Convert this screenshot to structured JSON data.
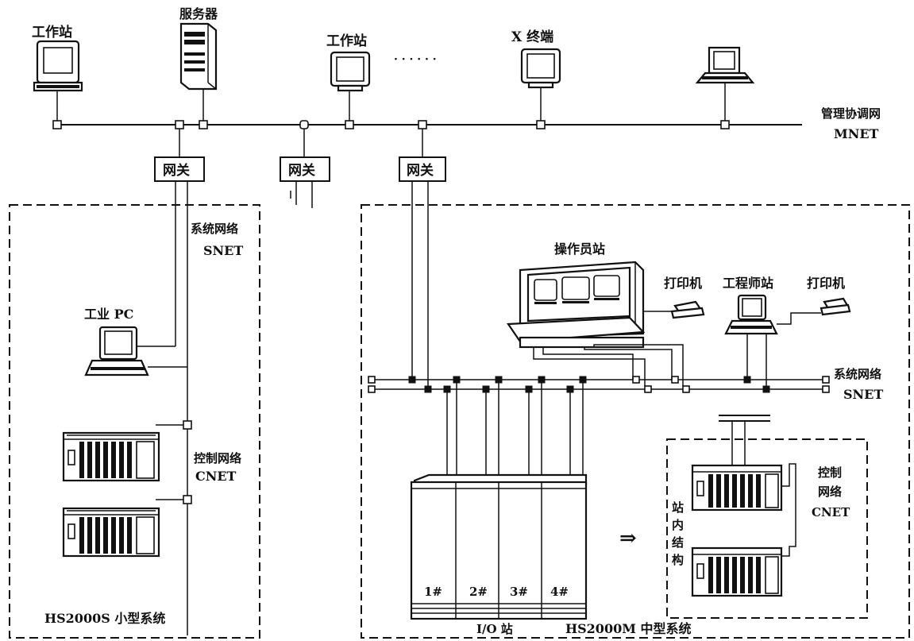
{
  "labels": {
    "workstation_left": "工作站",
    "server": "服务器",
    "workstation_mid": "工作站",
    "ellipsis": "· · · · · ·",
    "x_terminal": "X 终端",
    "mnet_cn": "管理协调网",
    "mnet_en": "MNET",
    "gateway_1": "网关",
    "gateway_2": "网关",
    "gateway_3": "网关",
    "snet_left_cn": "系统网络",
    "snet_left_en": "SNET",
    "industrial_pc": "工业 PC",
    "cnet_left_cn": "控制网络",
    "cnet_left_en": "CNET",
    "small_system": "HS2000S 小型系统",
    "operator_station": "操作员站",
    "printer_1": "打印机",
    "engineer_station": "工程师站",
    "printer_2": "打印机",
    "snet_right_cn": "系统网络",
    "snet_right_en": "SNET",
    "cnet_right_1": "控制",
    "cnet_right_2": "网络",
    "cnet_right_en": "CNET",
    "station_inner_1": "站",
    "station_inner_2": "内",
    "station_inner_3": "结",
    "station_inner_4": "构",
    "cabinet_1": "1#",
    "cabinet_2": "2#",
    "cabinet_3": "3#",
    "cabinet_4": "4#",
    "io_station": "I/O 站",
    "arrow": "⇒",
    "medium_system": "HS2000M 中型系统"
  }
}
